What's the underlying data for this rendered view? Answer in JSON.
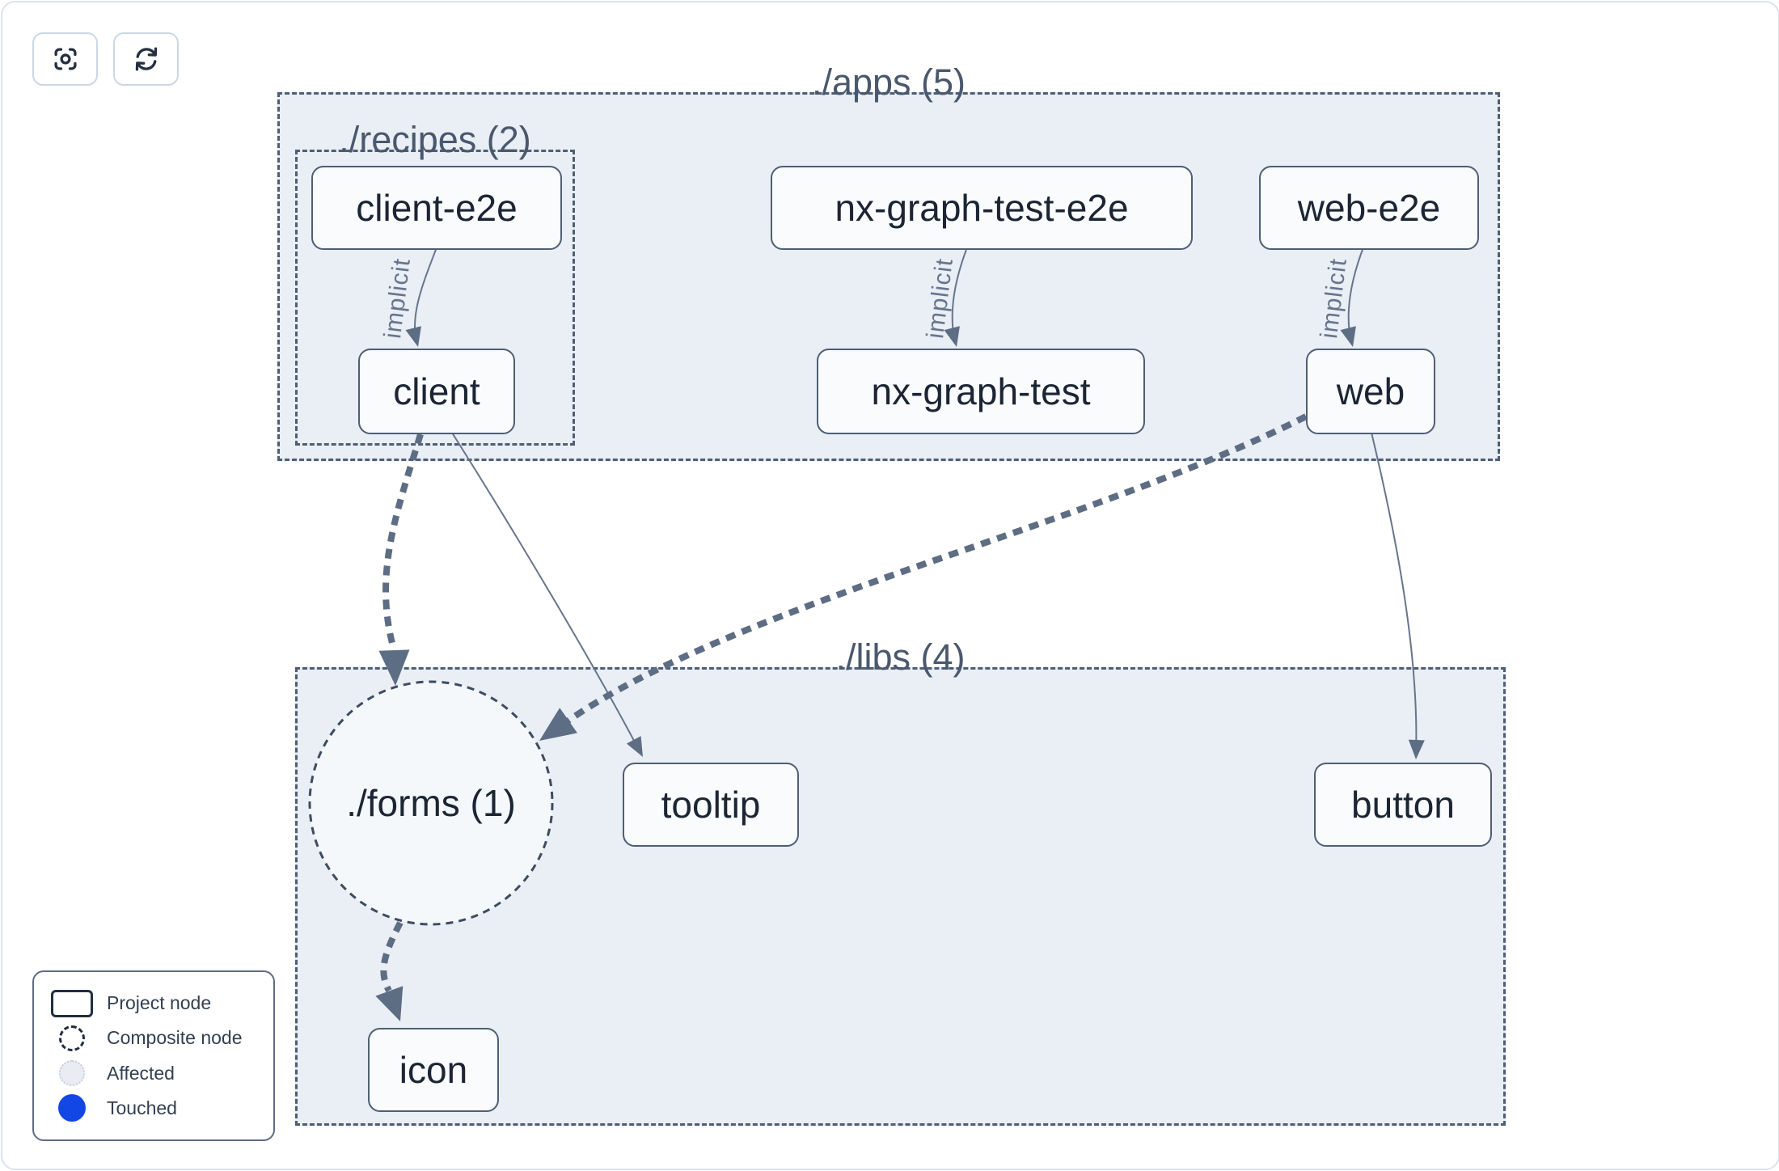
{
  "toolbar": {
    "buttons": [
      {
        "id": "focus",
        "icon": "focus-crosshair-icon",
        "aria": "center graph"
      },
      {
        "id": "refresh",
        "icon": "refresh-icon",
        "aria": "refresh graph"
      }
    ]
  },
  "graph": {
    "groups": {
      "apps": {
        "label": "./apps (5)"
      },
      "recipes": {
        "label": "./recipes (2)"
      },
      "libs": {
        "label": "./libs (4)"
      }
    },
    "nodes": [
      {
        "id": "client-e2e",
        "label": "client-e2e",
        "kind": "project"
      },
      {
        "id": "client",
        "label": "client",
        "kind": "project"
      },
      {
        "id": "nx-graph-test-e2e",
        "label": "nx-graph-test-e2e",
        "kind": "project"
      },
      {
        "id": "nx-graph-test",
        "label": "nx-graph-test",
        "kind": "project"
      },
      {
        "id": "web-e2e",
        "label": "web-e2e",
        "kind": "project"
      },
      {
        "id": "web",
        "label": "web",
        "kind": "project"
      },
      {
        "id": "forms",
        "label": "./forms (1)",
        "kind": "composite"
      },
      {
        "id": "tooltip",
        "label": "tooltip",
        "kind": "project"
      },
      {
        "id": "button",
        "label": "button",
        "kind": "project"
      },
      {
        "id": "icon",
        "label": "icon",
        "kind": "project"
      }
    ],
    "edges": [
      {
        "from": "client-e2e",
        "to": "client",
        "label": "implicit",
        "style": "solid-thin"
      },
      {
        "from": "nx-graph-test-e2e",
        "to": "nx-graph-test",
        "label": "implicit",
        "style": "solid-thin"
      },
      {
        "from": "web-e2e",
        "to": "web",
        "label": "implicit",
        "style": "solid-thin"
      },
      {
        "from": "client",
        "to": "./forms (1)",
        "label": "",
        "style": "thick-dashed"
      },
      {
        "from": "client",
        "to": "tooltip",
        "label": "",
        "style": "solid-thin"
      },
      {
        "from": "web",
        "to": "./forms (1)",
        "label": "",
        "style": "thick-dashed"
      },
      {
        "from": "web",
        "to": "button",
        "label": "",
        "style": "solid-thin"
      },
      {
        "from": "./forms (1)",
        "to": "icon",
        "label": "",
        "style": "thick-dashed"
      }
    ]
  },
  "legend": {
    "items": [
      {
        "swatch": "project-node-swatch",
        "label": "Project node"
      },
      {
        "swatch": "composite-node-swatch",
        "label": "Composite node"
      },
      {
        "swatch": "affected-swatch",
        "label": "Affected"
      },
      {
        "swatch": "touched-swatch",
        "label": "Touched"
      }
    ]
  },
  "colors": {
    "canvas_border": "#dde3f0",
    "group_fill": "#eaeef5",
    "group_border": "#4e5e75",
    "node_fill": "#fafbfd",
    "node_border": "#4e5e75",
    "node_text": "#1c2534",
    "group_label_text": "#4a586d",
    "edge": "#5d6d84",
    "edge_label_text": "#66758c",
    "touched_blue": "#1347e5",
    "affected_fill": "#e9edf3"
  }
}
